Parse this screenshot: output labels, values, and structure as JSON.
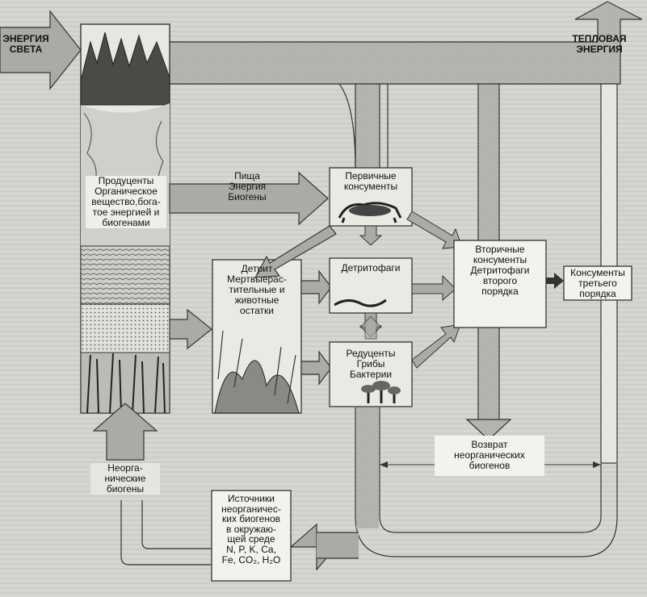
{
  "labels": {
    "light_energy": [
      "ЭНЕРГИЯ",
      "СВЕТА"
    ],
    "heat_energy": [
      "ТЕПЛОВАЯ",
      "ЭНЕРГИЯ"
    ],
    "producers": [
      "Продуценты",
      "Органическое",
      "вещество,бога-",
      "тое энергией и",
      "биогенами"
    ],
    "food_arrow": [
      "Пища",
      "Энергия",
      "Биогены"
    ],
    "primary_consumers": [
      "Первичные",
      "консументы"
    ],
    "detritus": [
      "Детрит",
      "Мертвыерас-",
      "тительные и",
      "животные",
      "остатки"
    ],
    "detritivores": [
      "Детритофаги"
    ],
    "reducers": [
      "Редуценты",
      "Грибы",
      "Бактерии"
    ],
    "secondary_consumers": [
      "Вторичные",
      "консументы",
      "Детритофаги",
      "второго",
      "порядка"
    ],
    "tertiary_consumers": [
      "Консументы",
      "третьего",
      "порядка"
    ],
    "return_nutrients": [
      "Возврат",
      "неорганических",
      "биогенов"
    ],
    "inorganic_nutrients": [
      "Неорга-",
      "нические",
      "биогены"
    ],
    "nutrient_sources": [
      "Источники",
      "неорганичес-",
      "ких биогенов",
      "в окружаю-",
      "щей среде",
      "N, P, K, Ca,",
      "Fe, CO₂, H₂O"
    ]
  }
}
